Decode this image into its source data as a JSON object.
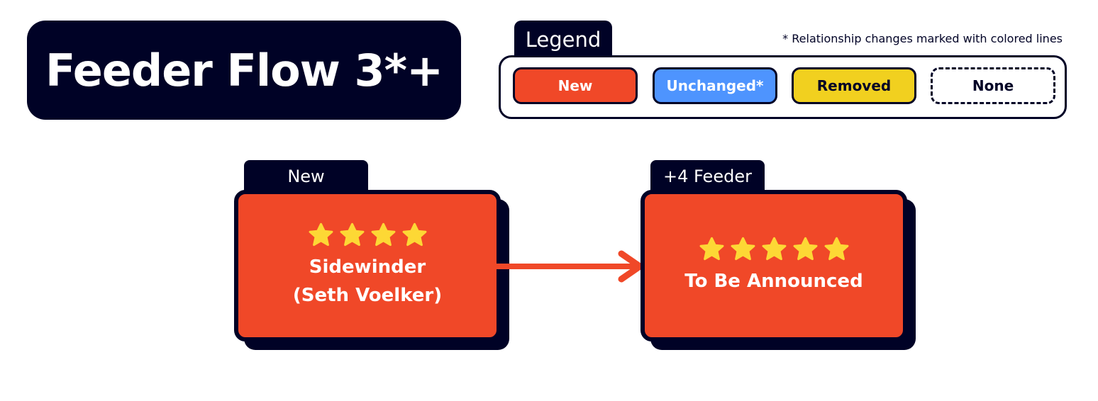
{
  "title": "Feeder Flow 3*+",
  "legend": {
    "heading": "Legend",
    "note": "* Relationship changes marked with colored lines",
    "items": [
      {
        "label": "New",
        "color": "#f04828"
      },
      {
        "label": "Unchanged*",
        "color": "#4e94fe"
      },
      {
        "label": "Removed",
        "color": "#f1d01f"
      },
      {
        "label": "None",
        "color": "#ffffff"
      }
    ]
  },
  "nodes": [
    {
      "tab": "New",
      "stars": 4,
      "name_line1": "Sidewinder",
      "name_line2": "(Seth Voelker)",
      "fill": "#f04828"
    },
    {
      "tab": "+4 Feeder",
      "stars": 5,
      "name_line1": "To Be Announced",
      "fill": "#f04828"
    }
  ],
  "edges": [
    {
      "from": "Sidewinder (Seth Voelker)",
      "to": "To Be Announced",
      "color": "#f04828"
    }
  ],
  "colors": {
    "navy": "#000226",
    "star": "#fdd835"
  }
}
